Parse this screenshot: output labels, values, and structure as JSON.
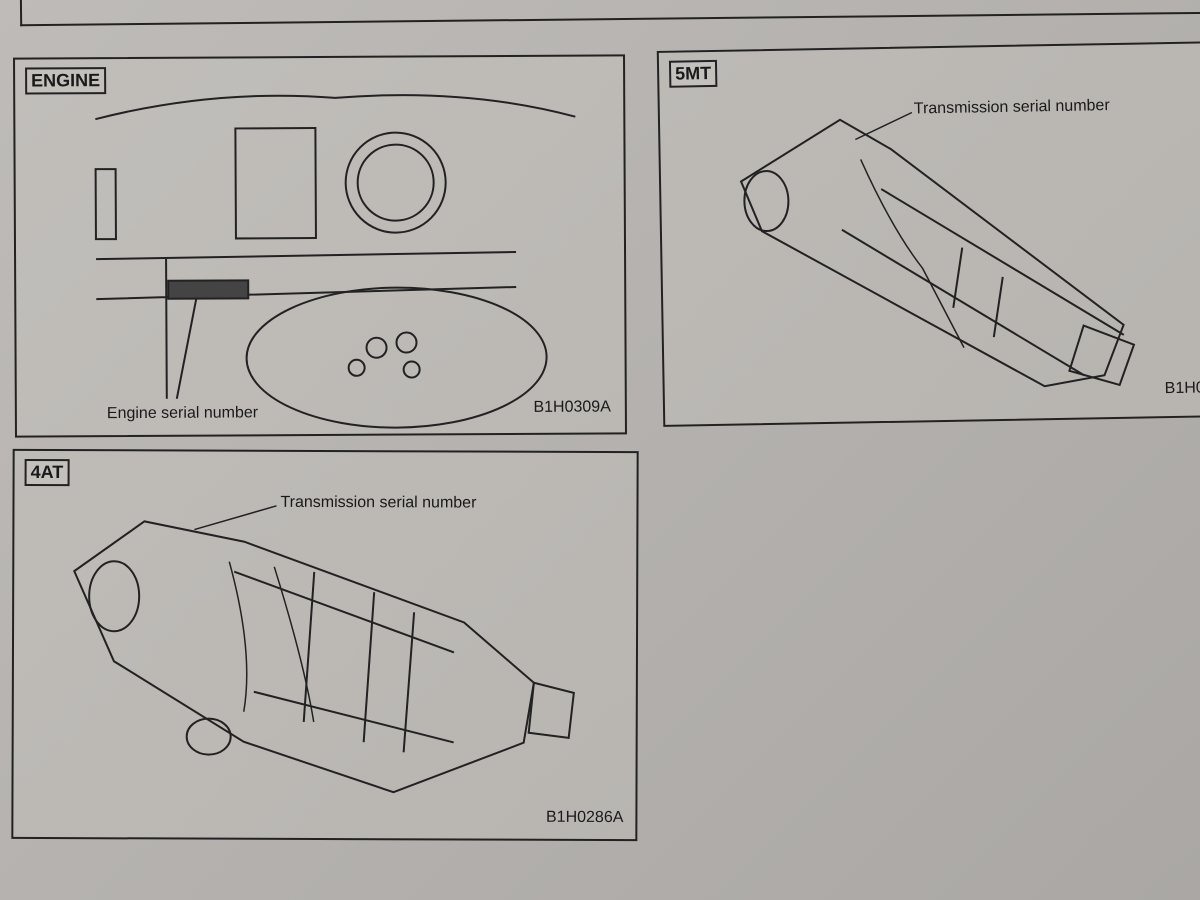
{
  "figures": {
    "engine": {
      "tag": "ENGINE",
      "callout": "Engine serial number",
      "code": "B1H0309A"
    },
    "mt5": {
      "tag": "5MT",
      "callout": "Transmission serial number",
      "code": "B1H0"
    },
    "at4": {
      "tag": "4AT",
      "callout": "Transmission serial number",
      "code": "B1H0286A"
    }
  }
}
